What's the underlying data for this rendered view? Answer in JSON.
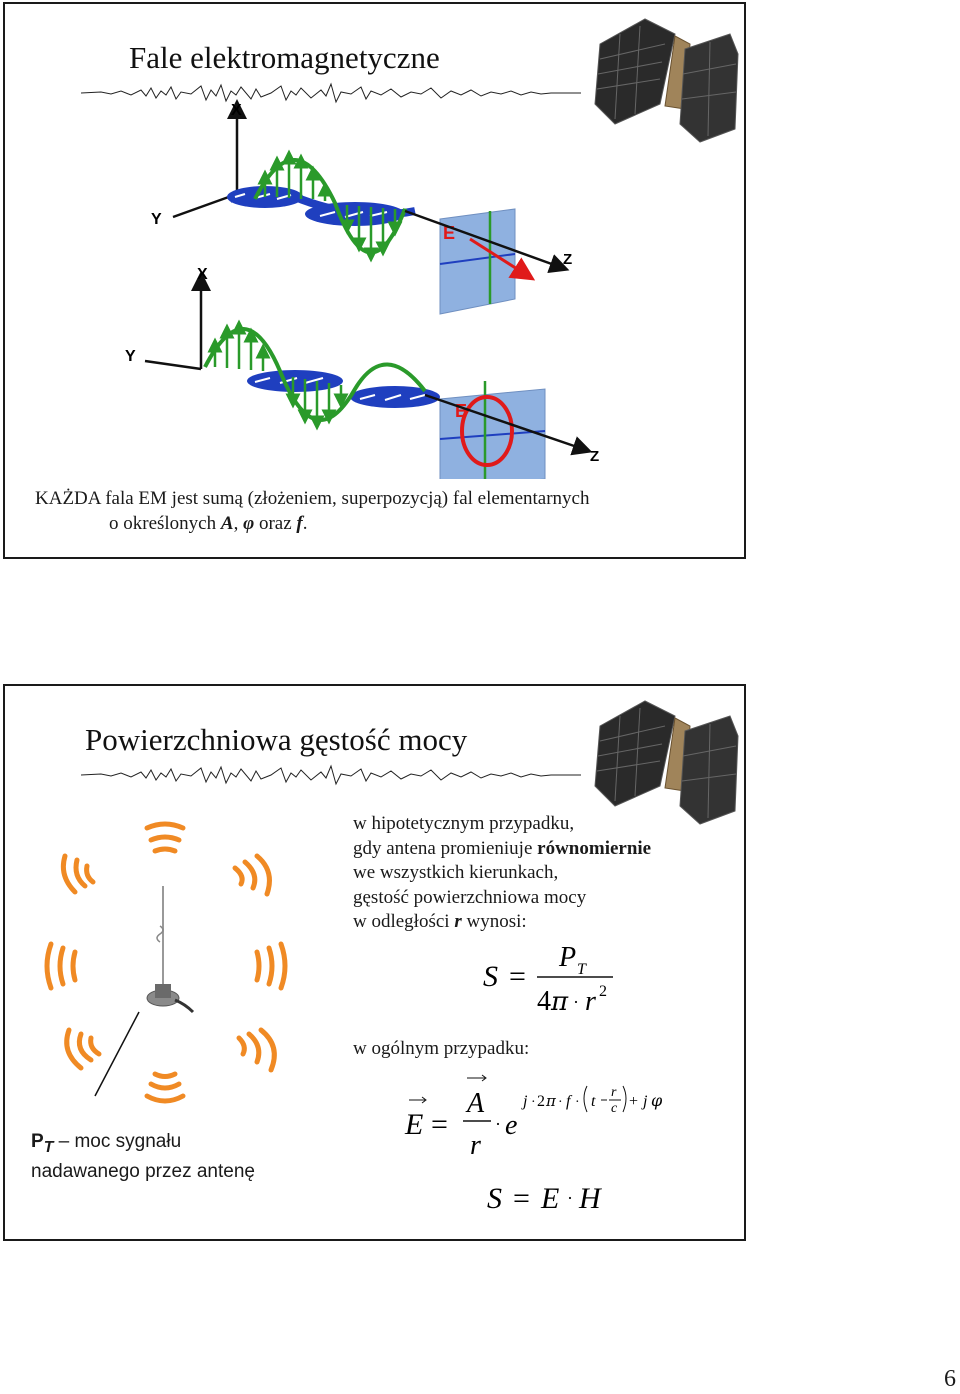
{
  "slide1": {
    "title": "Fale elektromagnetyczne",
    "axis_labels": {
      "x": "X",
      "y": "Y",
      "z": "Z",
      "e": "E"
    },
    "caption_line1": "KAŻDA fala EM jest sumą (złożeniem, superpozycją) fal elementarnych",
    "caption_prefix": "o określonych ",
    "caption_A": "A",
    "caption_sep": ", ",
    "caption_phi": "φ",
    "caption_mid": " oraz ",
    "caption_f": "f",
    "caption_end": "."
  },
  "slide2": {
    "title": "Powierzchniowa gęstość mocy",
    "text_line1": "w hipotetycznym przypadku,",
    "text_line2_pre": "gdy antena promieniuje ",
    "text_line2_bold": "równomiernie",
    "text_line3": "we wszystkich kierunkach,",
    "text_line4": "gęstość powierzchniowa mocy",
    "text_line5_pre": "w odległości ",
    "text_line5_r": "r",
    "text_line5_post": " wynosi:",
    "general_case": "w ogólnym przypadku:",
    "pt_symbol": "P",
    "pt_sub": "T",
    "pt_caption": " – moc sygnału",
    "pt_caption_line2": "nadawanego przez antenę"
  },
  "page_number": "6",
  "colors": {
    "green": "#2a9a2a",
    "blue": "#1f3fbf",
    "panel": "#8fb1e0",
    "red": "#e01a1a",
    "orange": "#f08a24"
  }
}
